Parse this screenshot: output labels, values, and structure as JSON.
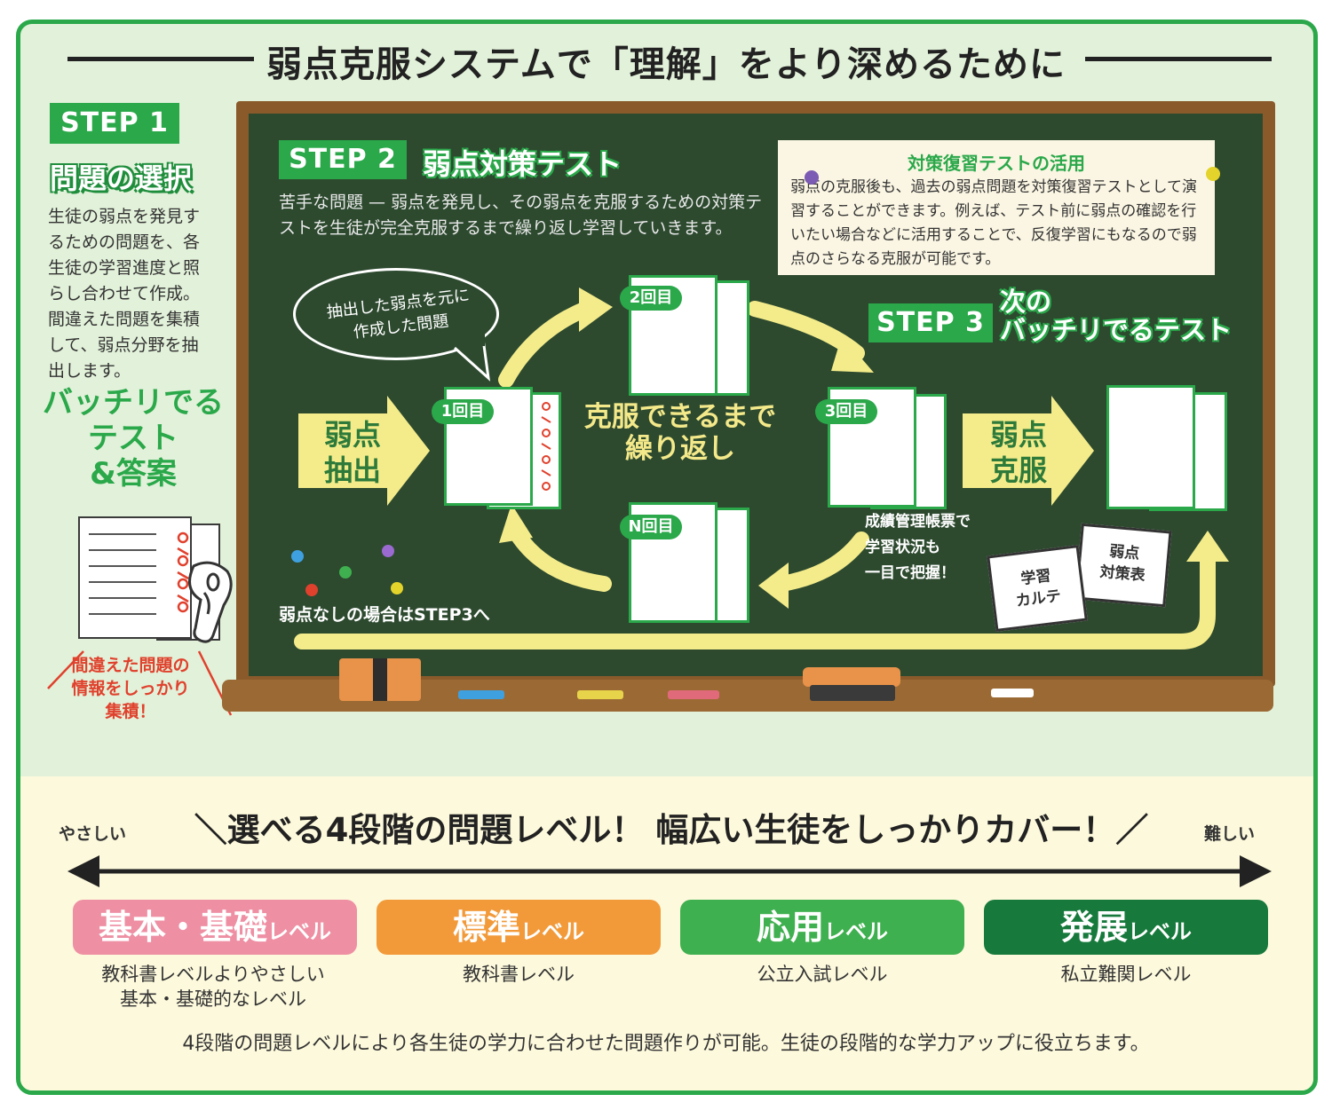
{
  "title": "弱点克服システムで「理解」をより深めるために",
  "step1": {
    "badge": "STEP 1",
    "heading": "問題の選択",
    "description": "生徒の弱点を発見するための問題を、各生徒の学習進度と照らし合わせて作成。間違えた問題を集積して、弱点分野を抽出します。",
    "green_line1": "バッチリでる",
    "green_line2": "テスト",
    "green_line3": "&答案",
    "red_line1": "間違えた問題の",
    "red_line2": "情報をしっかり",
    "red_line3": "集積！"
  },
  "step2": {
    "badge": "STEP 2",
    "label": "弱点対策テスト",
    "description": "苦手な問題 — 弱点を発見し、その弱点を克服するための対策テストを生徒が完全克服するまで繰り返し学習していきます。"
  },
  "note": {
    "title": "対策復習テストの活用",
    "text": "弱点の克服後も、過去の弱点問題を対策復習テストとして演習することができます。例えば、テスト前に弱点の確認を行いたい場合などに活用することで、反復学習にもなるので弱点のさらなる克服が可能です。"
  },
  "bubble": {
    "line1": "抽出した弱点を元に",
    "line2": "作成した問題"
  },
  "cycle": {
    "extract_line1": "弱点",
    "extract_line2": "抽出",
    "repeat_line1": "克服できるまで",
    "repeat_line2": "繰り返し",
    "round1": "1回目",
    "round2": "2回目",
    "round3": "3回目",
    "roundN": "N回目",
    "overcome_line1": "弱点",
    "overcome_line2": "克服"
  },
  "step3": {
    "badge": "STEP 3",
    "label_line1": "次の",
    "label_line2": "バッチリでるテスト"
  },
  "grades": {
    "line1": "成績管理帳票で",
    "line2": "学習状況も",
    "line3": "一目で把握！",
    "card1_line1": "学習",
    "card1_line2": "カルテ",
    "card2_line1": "弱点",
    "card2_line2": "対策表"
  },
  "route_note": "弱点なしの場合はSTEP3へ",
  "levels": {
    "easy": "やさしい",
    "hard": "難しい",
    "headline": "＼選べる4段階の問題レベル！ 幅広い生徒をしっかりカバー！／",
    "items": [
      {
        "name": "基本・基礎",
        "suffix": "レベル",
        "desc1": "教科書レベルよりやさしい",
        "desc2": "基本・基礎的なレベル",
        "color": "#ee8fa3"
      },
      {
        "name": "標準",
        "suffix": "レベル",
        "desc1": "教科書レベル",
        "desc2": "",
        "color": "#f29a3a"
      },
      {
        "name": "応用",
        "suffix": "レベル",
        "desc1": "公立入試レベル",
        "desc2": "",
        "color": "#3fb04f"
      },
      {
        "name": "発展",
        "suffix": "レベル",
        "desc1": "私立難関レベル",
        "desc2": "",
        "color": "#177a3c"
      }
    ],
    "footer": "4段階の問題レベルにより各生徒の学力に合わせた問題作りが可能。生徒の段階的な学力アップに役立ちます。"
  },
  "colors": {
    "green": "#2aa84a",
    "board": "#2d4a2f",
    "arrow": "#f4ec8a",
    "frame": "#8a5a2b"
  }
}
